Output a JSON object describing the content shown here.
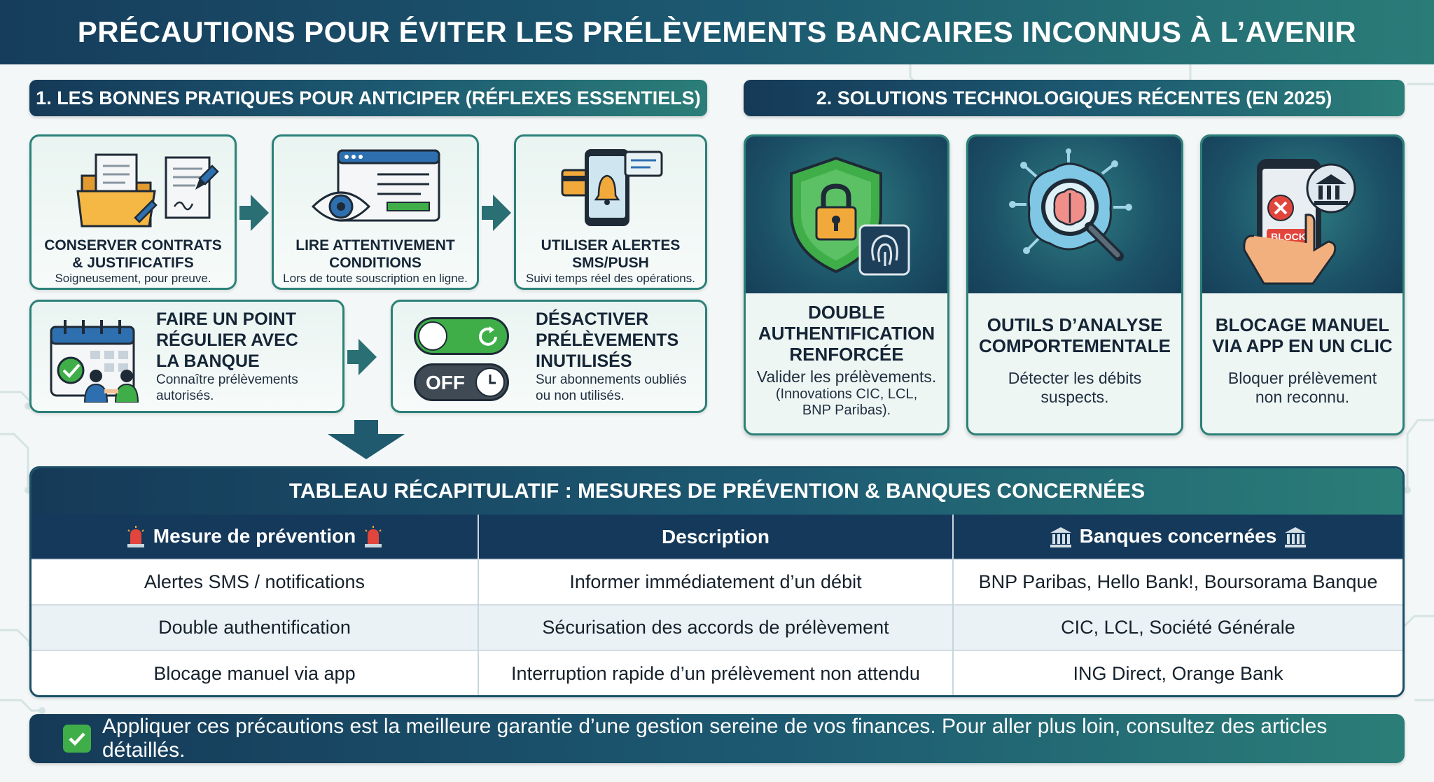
{
  "header": {
    "title": "PRÉCAUTIONS POUR ÉVITER LES PRÉLÈVEMENTS BANCAIRES INCONNUS À L’AVENIR"
  },
  "section1": {
    "title": "1. LES BONNES PRATIQUES POUR ANTICIPER (RÉFLEXES ESSENTIELS)",
    "cards": [
      {
        "title_l1": "CONSERVER CONTRATS",
        "title_l2": "& JUSTIFICATIFS",
        "desc": "Soigneusement, pour preuve."
      },
      {
        "title_l1": "LIRE ATTENTIVEMENT",
        "title_l2": "CONDITIONS",
        "desc": "Lors de toute souscription en ligne."
      },
      {
        "title_l1": "UTILISER ALERTES",
        "title_l2": "SMS/PUSH",
        "desc": "Suivi temps réel des opérations."
      },
      {
        "title_l1": "FAIRE UN POINT",
        "title_l2": "RÉGULIER AVEC",
        "title_l3": "LA BANQUE",
        "desc_l1": "Connaître prélèvements",
        "desc_l2": "autorisés."
      },
      {
        "title_l1": "DÉSACTIVER",
        "title_l2": "PRÉLÈVEMENTS",
        "title_l3": "INUTILISÉS",
        "desc_l1": "Sur abonnements oubliés",
        "desc_l2": "ou non utilisés.",
        "toggle_off": "OFF"
      }
    ]
  },
  "section2": {
    "title": "2. SOLUTIONS TECHNOLOGIQUES RÉCENTES (EN 2025)",
    "cards": [
      {
        "title_l1": "DOUBLE",
        "title_l2": "AUTHENTIFICATION",
        "title_l3": "RENFORCÉE",
        "desc": "Valider les prélèvements.",
        "note_l1": "(Innovations CIC, LCL,",
        "note_l2": "BNP Paribas)."
      },
      {
        "title_l1": "OUTILS D’ANALYSE",
        "title_l2": "COMPORTEMENTALE",
        "desc_l1": "Détecter les débits",
        "desc_l2": "suspects."
      },
      {
        "title_l1": "BLOCAGE MANUEL",
        "title_l2": "VIA APP EN UN CLIC",
        "desc_l1": "Bloquer prélèvement",
        "desc_l2": "non reconnu.",
        "phone_badge": "BLOCK"
      }
    ]
  },
  "table": {
    "title": "TABLEAU RÉCAPITULATIF : MESURES DE PRÉVENTION & BANQUES CONCERNÉES",
    "headers": [
      "Mesure de prévention",
      "Description",
      "Banques concernées"
    ],
    "rows": [
      [
        "Alertes SMS / notifications",
        "Informer immédiatement d’un débit",
        "BNP Paribas, Hello Bank!, Boursorama Banque"
      ],
      [
        "Double authentification",
        "Sécurisation des accords de prélèvement",
        "CIC, LCL, Société Générale"
      ],
      [
        "Blocage manuel via app",
        "Interruption rapide d’un prélèvement non attendu",
        "ING Direct, Orange Bank"
      ]
    ]
  },
  "footer": {
    "text": "Appliquer ces précautions est la meilleure garantie d’une gestion sereine de vos finances. Pour aller plus loin, consultez des articles détaillés."
  },
  "colors": {
    "navy": "#15395a",
    "teal": "#2b8178",
    "green": "#3fae49",
    "red": "#e2453c",
    "orange": "#f2a93b"
  }
}
